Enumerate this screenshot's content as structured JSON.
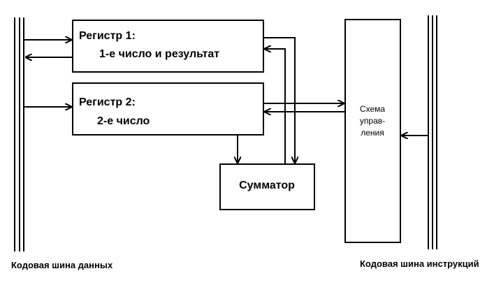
{
  "register1": {
    "title": "Регистр 1:",
    "content": "1-е число и результат"
  },
  "register2": {
    "title": "Регистр 2:",
    "content": "2-е число"
  },
  "adder": {
    "label": "Сумматор"
  },
  "control": {
    "line1": "Схема",
    "line2": "управ-",
    "line3": "ления"
  },
  "data_bus": {
    "label": "Кодовая шина данных"
  },
  "instruction_bus": {
    "label": "Кодовая шина инструкций"
  }
}
